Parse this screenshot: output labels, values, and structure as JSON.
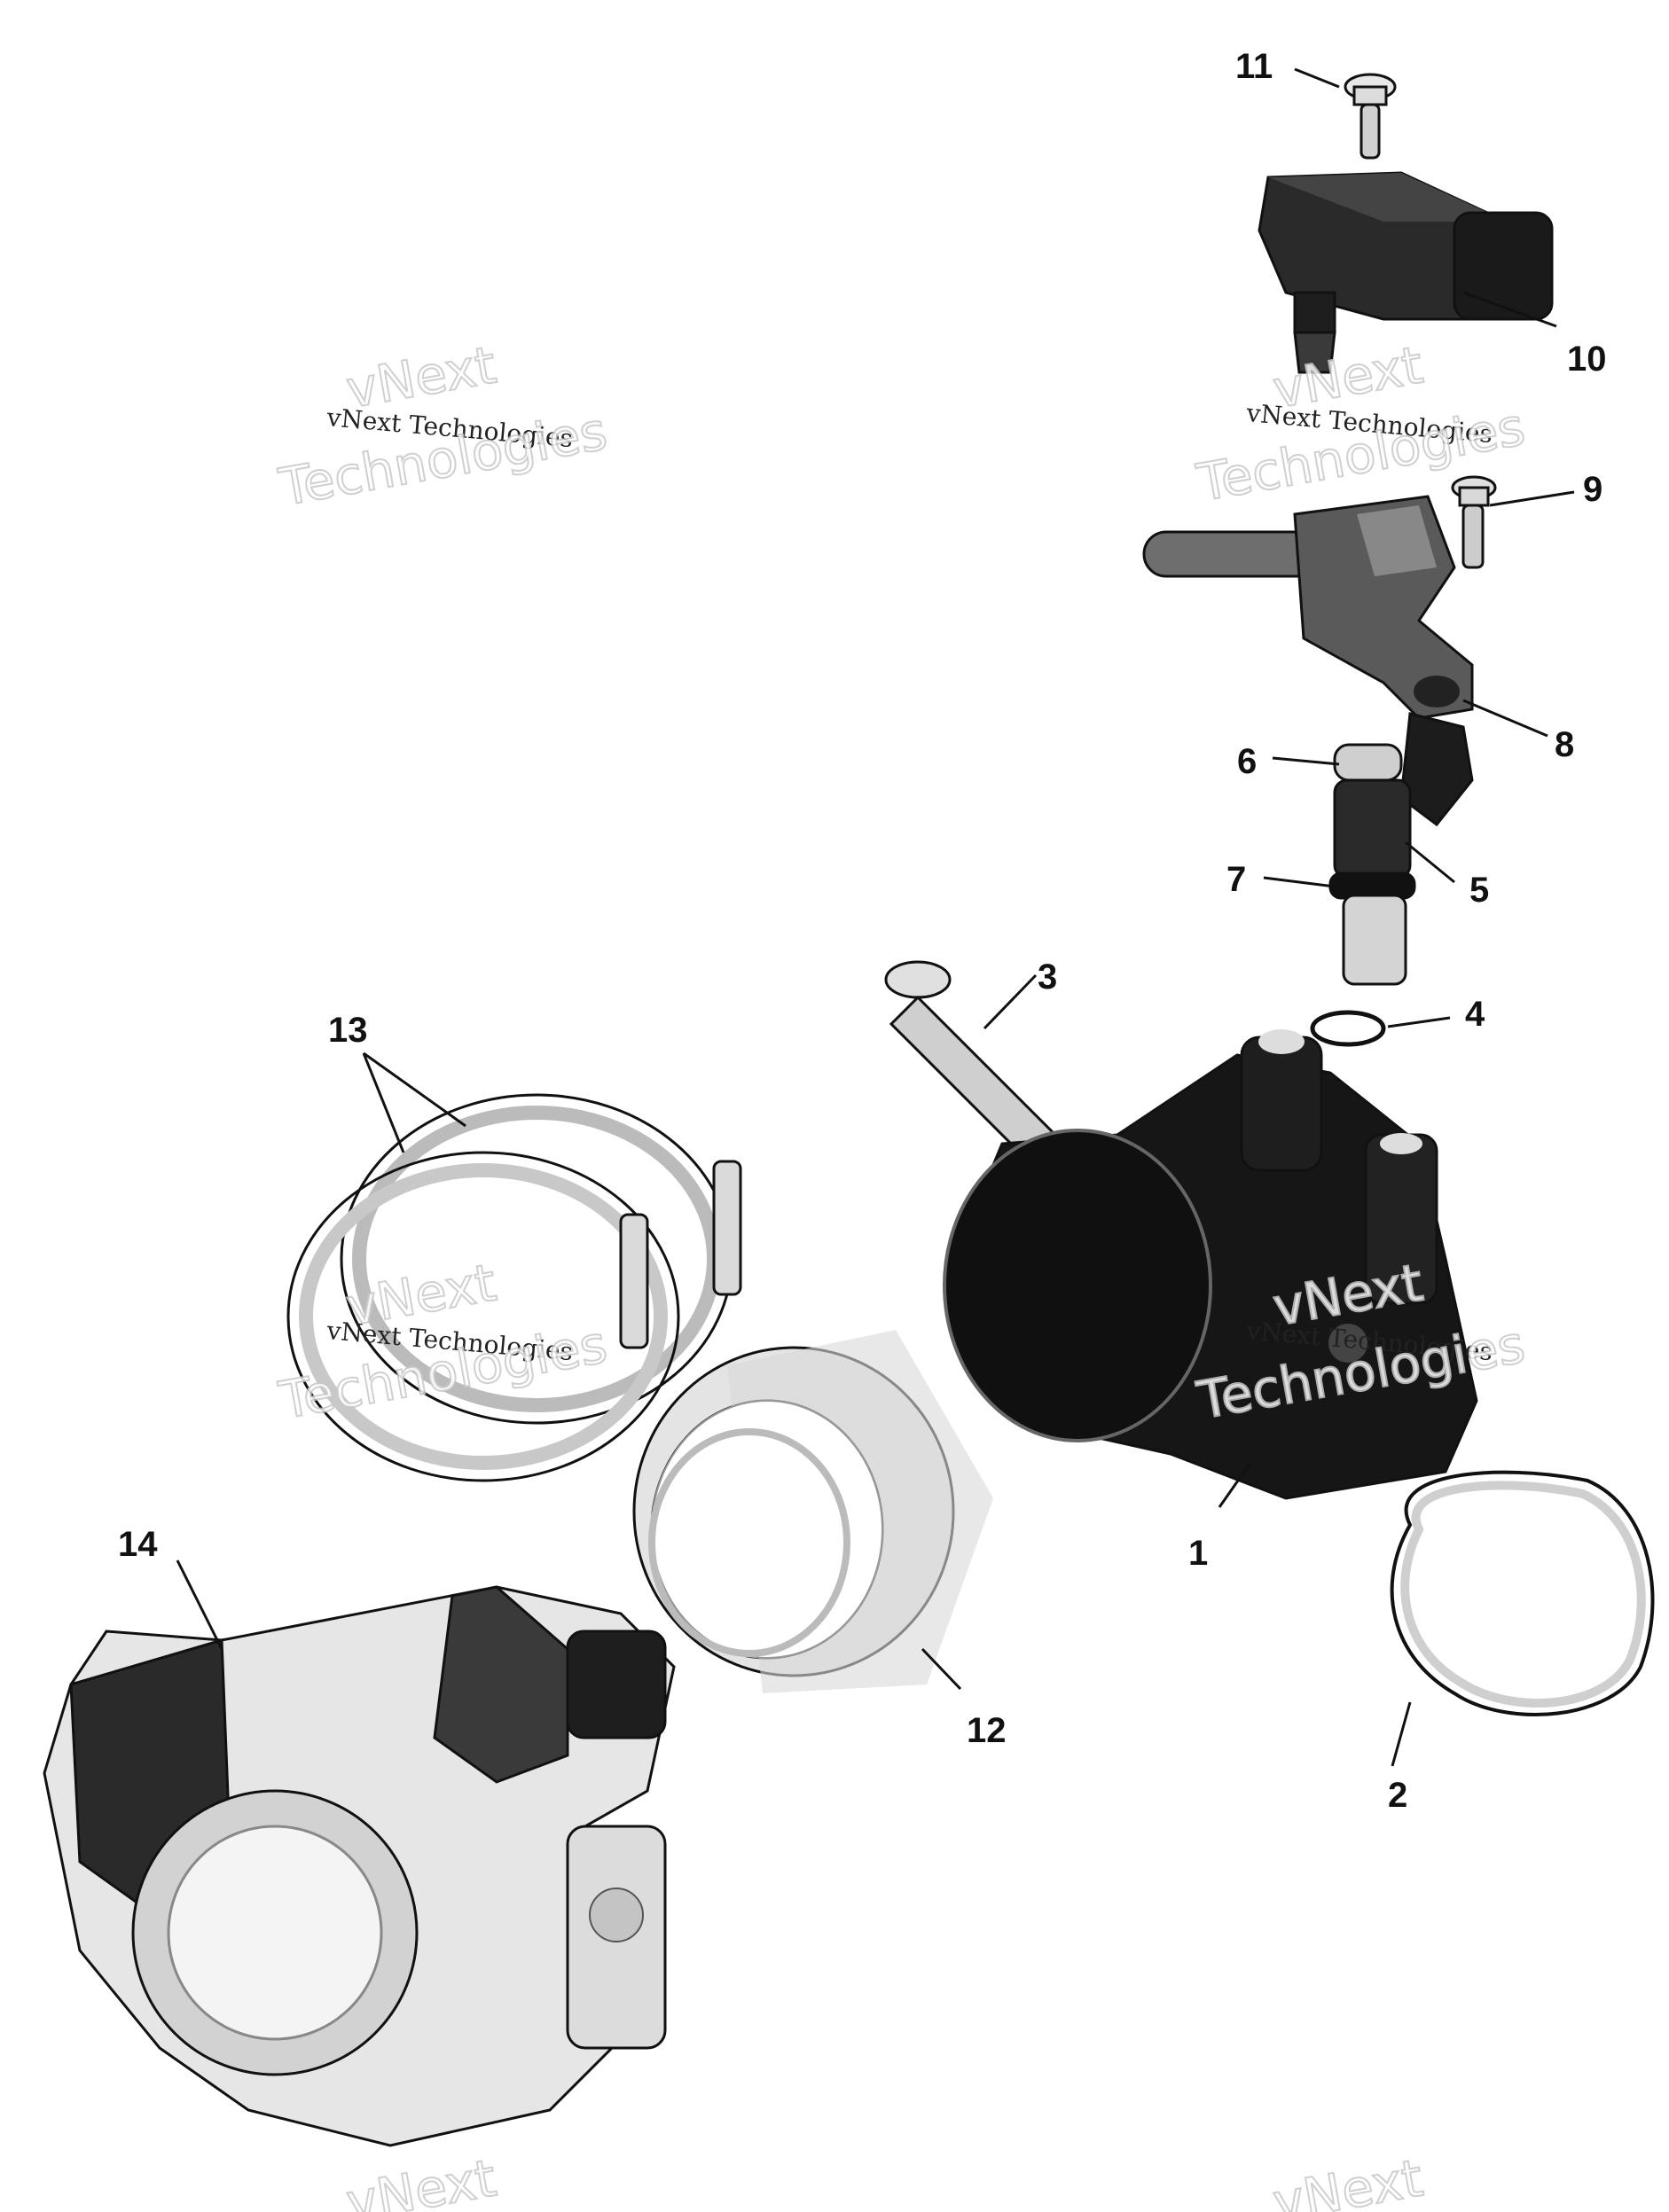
{
  "callouts": [
    {
      "id": "1",
      "label": "1"
    },
    {
      "id": "2",
      "label": "2"
    },
    {
      "id": "3",
      "label": "3"
    },
    {
      "id": "4",
      "label": "4"
    },
    {
      "id": "5",
      "label": "5"
    },
    {
      "id": "6",
      "label": "6"
    },
    {
      "id": "7",
      "label": "7"
    },
    {
      "id": "8",
      "label": "8"
    },
    {
      "id": "9",
      "label": "9"
    },
    {
      "id": "10",
      "label": "10"
    },
    {
      "id": "11",
      "label": "11"
    },
    {
      "id": "12",
      "label": "12"
    },
    {
      "id": "13",
      "label": "13"
    },
    {
      "id": "14",
      "label": "14"
    }
  ],
  "watermark": {
    "line_small": "vNext Technologies",
    "line_big_1": "vNext",
    "line_big_2": "Technologies"
  },
  "colors": {
    "dark_part": "#161616",
    "mid_part": "#5e5e5e",
    "light_part": "#cfcfcf",
    "lighter_part": "#e6e6e6"
  }
}
